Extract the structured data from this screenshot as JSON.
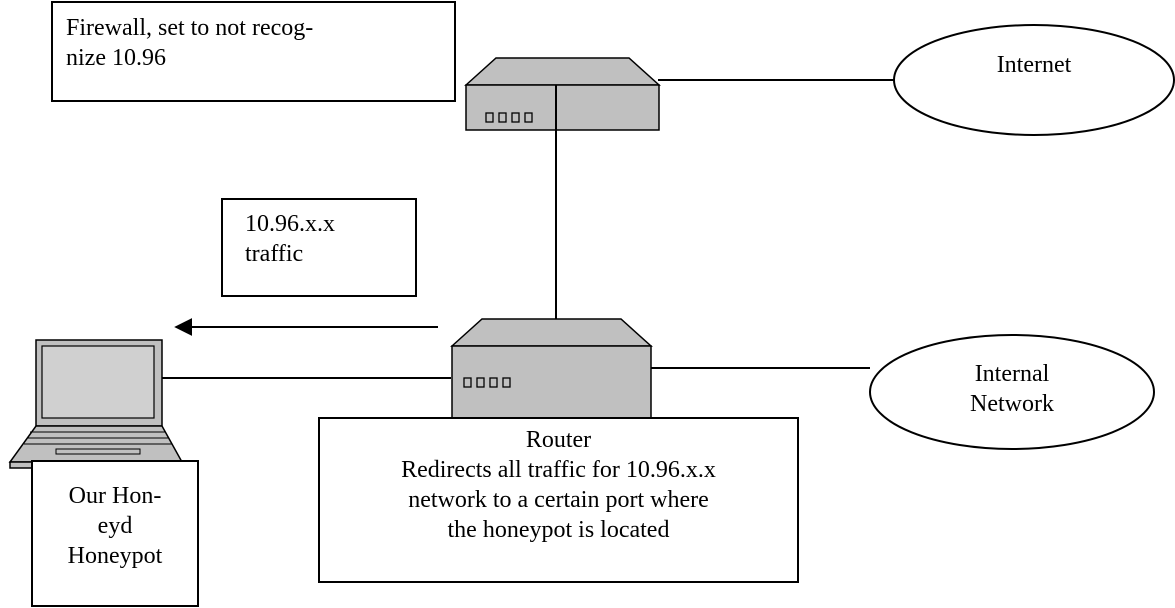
{
  "firewall_note": {
    "line1": "Firewall, set to not recog-",
    "line2": "nize 10.96"
  },
  "traffic_note": {
    "line1": "10.96.x.x",
    "line2": "traffic"
  },
  "internet": {
    "label": "Internet"
  },
  "internal_network": {
    "line1": "Internal",
    "line2": "Network"
  },
  "router_note": {
    "title": "Router",
    "line1": "Redirects all traffic for 10.96.x.x",
    "line2": "network to a certain port where",
    "line3": "the honeypot is located"
  },
  "honeypot_note": {
    "line1": "Our Hon-",
    "line2": "eyd",
    "line3": "Honeypot"
  },
  "colors": {
    "device_fill": "#c0c0c0",
    "stroke": "#000000",
    "background": "#ffffff"
  }
}
